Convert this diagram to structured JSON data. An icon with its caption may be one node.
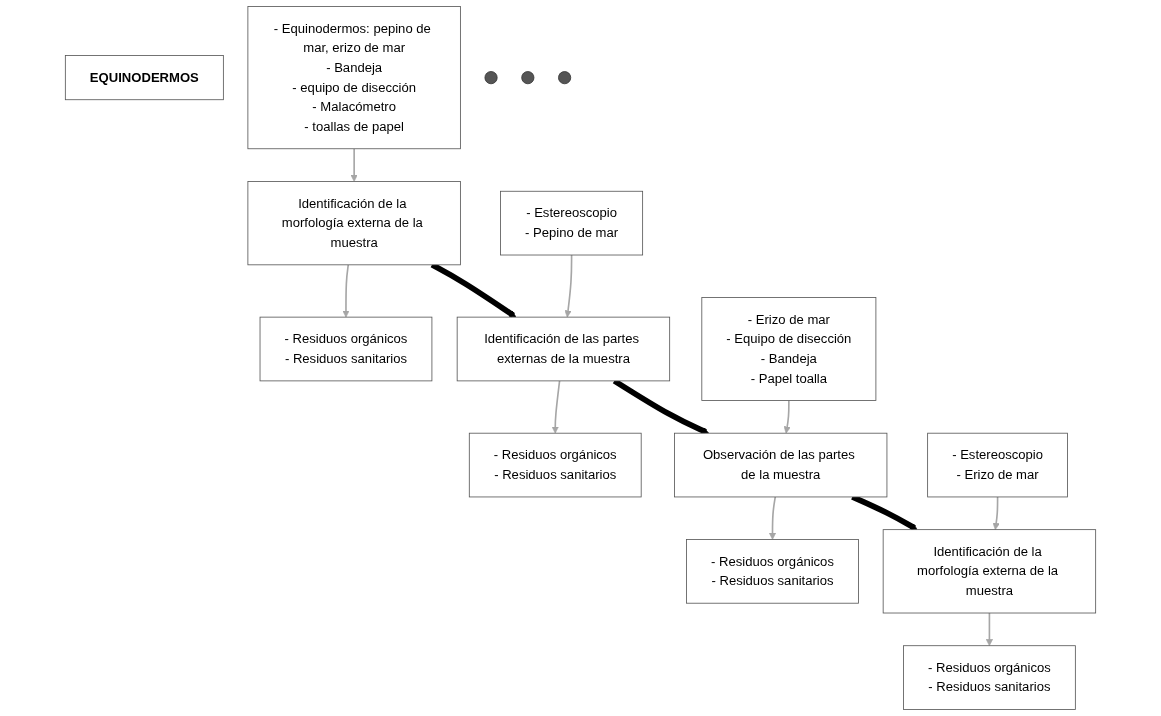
{
  "diagram": {
    "nodes": [
      {
        "text": [
          "EQUINODERMOS"
        ]
      },
      {
        "text": [
          "- Equinodermos: pepino de mar, erizo de mar",
          "- Bandeja",
          "- equipo de disección",
          "- Malacómetro",
          "- toallas de papel"
        ]
      },
      {
        "text": [
          "Identificación de la morfología externa de la muestra"
        ]
      },
      {
        "text": [],
        "shape": "circle"
      },
      {
        "text": [
          "- Residuos orgánicos",
          "- Residuos sanitarios"
        ]
      },
      {
        "text": [
          "- Estereoscopio",
          "- Pepino de mar"
        ]
      },
      {
        "text": [
          "Identificación de las partes externas de la muestra"
        ]
      },
      {
        "text": [],
        "shape": "circle"
      },
      {
        "text": [
          "- Residuos orgánicos",
          "- Residuos sanitarios"
        ]
      },
      {
        "text": [
          "- Erizo de mar",
          "- Equipo de disección",
          "- Bandeja",
          "- Papel toalla"
        ]
      },
      {
        "text": [
          "Observación de las partes de la muestra"
        ]
      },
      {
        "text": [],
        "shape": "circle"
      },
      {
        "text": [
          "- Residuos orgánicos",
          "- Residuos sanitarios"
        ]
      },
      {
        "text": [
          "- Estereoscopio",
          "- Erizo de mar"
        ]
      },
      {
        "text": [
          "Identificación de la morfología externa de la muestra"
        ]
      },
      {
        "text": [
          "- Residuos orgánicos",
          "- Residuos sanitarios"
        ]
      }
    ],
    "edges": [
      {
        "from": 1,
        "to": 2,
        "arrow": "to"
      },
      {
        "from": 2,
        "to": 4,
        "arrow": "to"
      },
      {
        "from": 2,
        "to": 6,
        "arrow": "to",
        "style": "thick",
        "color": "#000000"
      },
      {
        "from": 5,
        "to": 6,
        "arrow": "to"
      },
      {
        "from": 6,
        "to": 8,
        "arrow": "to"
      },
      {
        "from": 6,
        "to": 10,
        "arrow": "to",
        "style": "thick",
        "color": "#000000"
      },
      {
        "from": 9,
        "to": 10,
        "arrow": "to"
      },
      {
        "from": 10,
        "to": 12,
        "arrow": "to"
      },
      {
        "from": 10,
        "to": 14,
        "arrow": "to",
        "style": "thick",
        "color": "#000000"
      },
      {
        "from": 13,
        "to": 14,
        "arrow": "to"
      },
      {
        "from": 14,
        "to": 15,
        "arrow": "to"
      }
    ]
  }
}
